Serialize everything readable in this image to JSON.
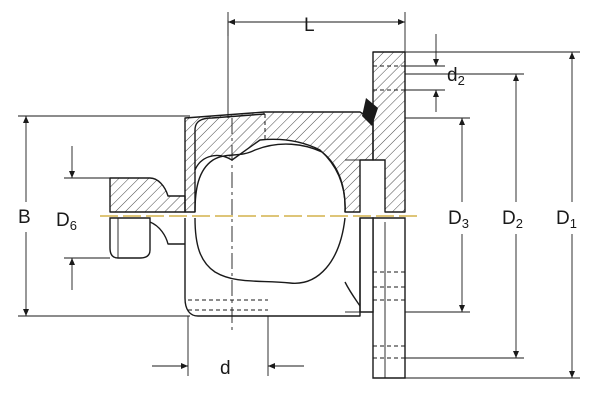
{
  "labels": {
    "L": "L",
    "d2": "d",
    "d2_sub": "2",
    "B": "B",
    "D6": "D",
    "D6_sub": "6",
    "D3": "D",
    "D3_sub": "3",
    "D2": "D",
    "D2_sub": "2",
    "D1": "D",
    "D1_sub": "1",
    "d": "d"
  },
  "colors": {
    "line": "#1a1a1a",
    "centerline_accent": "#c9a227",
    "background": "#ffffff"
  }
}
